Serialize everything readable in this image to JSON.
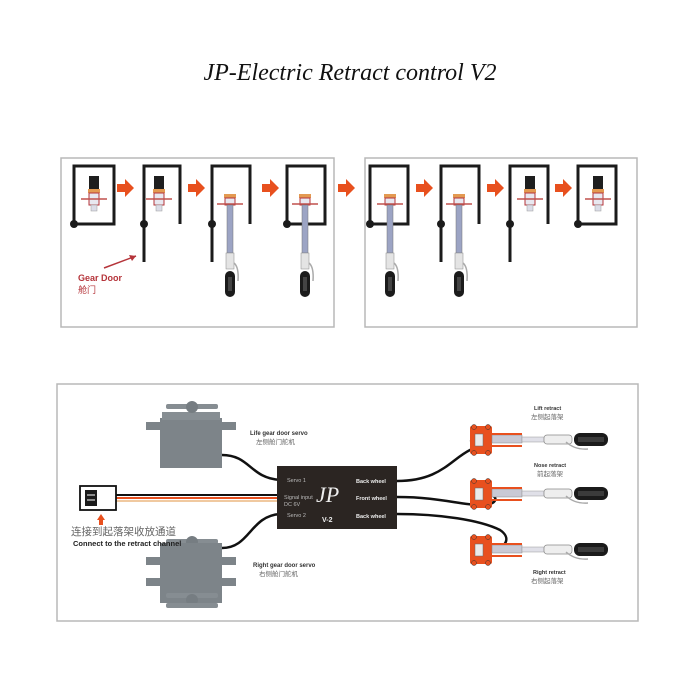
{
  "title": "JP-Electric Retract control V2",
  "sequence": {
    "gear_door_label_en": "Gear Door",
    "gear_door_label_cn": "舱门",
    "steps": [
      "retracted-closed",
      "door-open",
      "gear-extended-door-open",
      "gear-extended-door-closed",
      "gear-extended-door-closed",
      "door-open-gear-extended",
      "gear-retracted-door-open",
      "retracted-closed"
    ]
  },
  "wiring": {
    "left_servo_en": "Life gear door servo",
    "left_servo_cn": "左侧舱门舵机",
    "right_servo_en": "Right gear door servo",
    "right_servo_cn": "右侧舱门舵机",
    "connect_cn": "连接到起落架收放通道",
    "connect_en": "Connect to the retract channel",
    "controller": {
      "logo": "JP",
      "model": "V-2",
      "port_servo1": "Servo 1",
      "port_signal": "Signal input",
      "port_dc": "DC 6V",
      "port_servo2": "Servo 2",
      "port_back1": "Back wheel",
      "port_front": "Front wheel",
      "port_back2": "Back wheel"
    },
    "left_retract_en": "Lift retract",
    "left_retract_cn": "左侧起落架",
    "nose_retract_en": "Nose retract",
    "nose_retract_cn": "前起落架",
    "right_retract_en": "Right retract",
    "right_retract_cn": "右侧起落架"
  },
  "colors": {
    "accent_orange": "#e8501e",
    "frame_gray": "#b8b8b8",
    "servo_gray": "#7d8489",
    "controller_dark": "#2b2522",
    "label_red": "#b5343a"
  }
}
